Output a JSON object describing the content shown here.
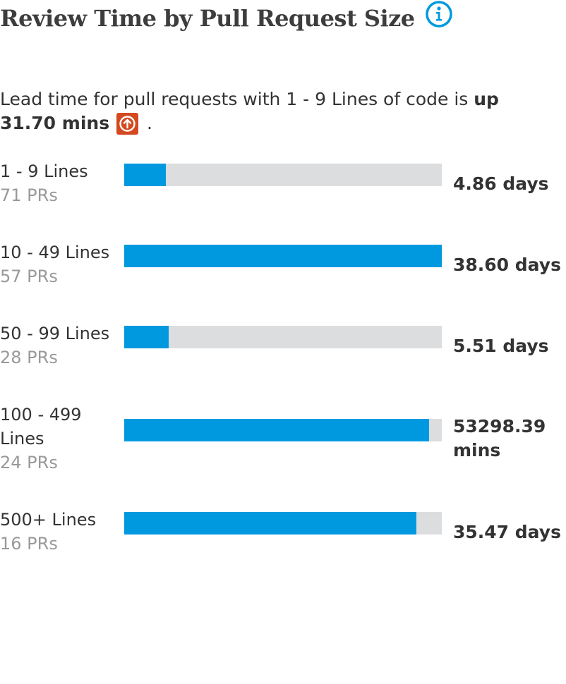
{
  "header": {
    "title": "Review Time by Pull Request Size",
    "info_icon": "info-icon"
  },
  "summary": {
    "prefix": "Lead time for pull requests with 1 - 9 Lines of code is ",
    "direction": "up",
    "amount": "31.70 mins",
    "trend_icon": "arrow-up-icon",
    "suffix": ".",
    "trend_color": "#d4491f"
  },
  "colors": {
    "bar_fill": "#0099df",
    "bar_track": "#dcdddf",
    "count_text": "#999999"
  },
  "rows": [
    {
      "label": "1 - 9 Lines",
      "count": "71 PRs",
      "value": "4.86 days",
      "fill": 0.13
    },
    {
      "label": "10 - 49 Lines",
      "count": "57 PRs",
      "value": "38.60 days",
      "fill": 1.0
    },
    {
      "label": "50 - 99 Lines",
      "count": "28 PRs",
      "value": "5.51 days",
      "fill": 0.14
    },
    {
      "label": "100 - 499 Lines",
      "count": "24 PRs",
      "value": "53298.39 mins",
      "fill": 0.96
    },
    {
      "label": "500+ Lines",
      "count": "16 PRs",
      "value": "35.47 days",
      "fill": 0.92
    }
  ]
}
